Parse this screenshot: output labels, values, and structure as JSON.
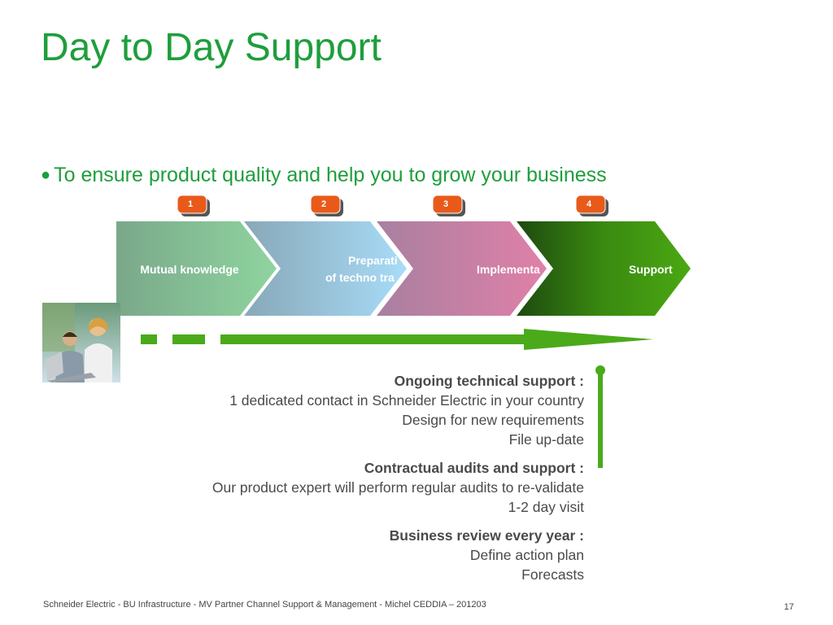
{
  "slide": {
    "title": "Day to Day Support",
    "bullet": "To ensure product quality and help you to grow your business"
  },
  "process": {
    "steps": [
      {
        "number": "1",
        "label": "Mutual knowledge",
        "color": "#7fc48f"
      },
      {
        "number": "2",
        "label_line1": "Preparati",
        "label_line2": "of techno tra",
        "color": "#9fd4f0"
      },
      {
        "number": "3",
        "label": "Implementa",
        "color": "#d67fa0"
      },
      {
        "number": "4",
        "label": "Support",
        "color": "#3a9a10"
      }
    ],
    "badge_color": "#e85a1a",
    "arrow_color": "#4aaa1a"
  },
  "details": {
    "groups": [
      {
        "head": "Ongoing technical support :",
        "lines": [
          "1 dedicated contact in Schneider Electric in your country",
          "Design for new requirements",
          "File up-date"
        ]
      },
      {
        "head": "Contractual audits and support :",
        "lines": [
          "Our product expert will perform regular audits to re-validate",
          "1-2 day visit"
        ]
      },
      {
        "head": "Business review every year :",
        "lines": [
          "Define action plan",
          "Forecasts"
        ]
      }
    ]
  },
  "footer": {
    "text": "Schneider Electric - BU Infrastructure - MV Partner Channel Support & Management - Michel CEDDIA – 201203",
    "page": "17"
  }
}
